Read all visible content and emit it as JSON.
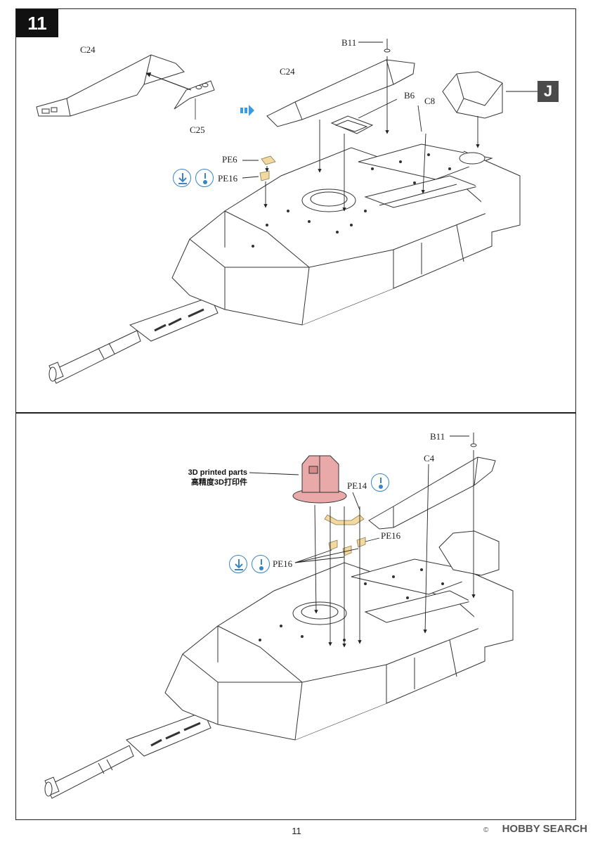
{
  "step": {
    "number": "11"
  },
  "top_panel": {
    "labels": {
      "c24_left": "C24",
      "c25": "C25",
      "c24_right": "C24",
      "b11": "B11",
      "b6": "B6",
      "c8": "C8",
      "pe6": "PE6",
      "pe16": "PE16"
    },
    "subassembly_badge": "J"
  },
  "bottom_panel": {
    "labels": {
      "b11": "B11",
      "c4": "C4",
      "pe14": "PE14",
      "pe16_small": "PE16",
      "pe16": "PE16"
    },
    "printed_note_en": "3D printed parts",
    "printed_note_cn": "高精度3D打印件"
  },
  "footer": {
    "page_number": "11",
    "brand": "HOBBY SEARCH",
    "copyright": "©"
  },
  "colors": {
    "icon_blue": "#3a84c8",
    "printed_part_pink": "#e9a9a9",
    "etch_part_tan": "#f1d9a0",
    "arrow_blue": "#3a9be0"
  },
  "icons": {
    "bend_icon": "bend-down-icon",
    "glue_icon": "glue-drop-icon",
    "forward_arrow": "double-arrow-icon"
  }
}
